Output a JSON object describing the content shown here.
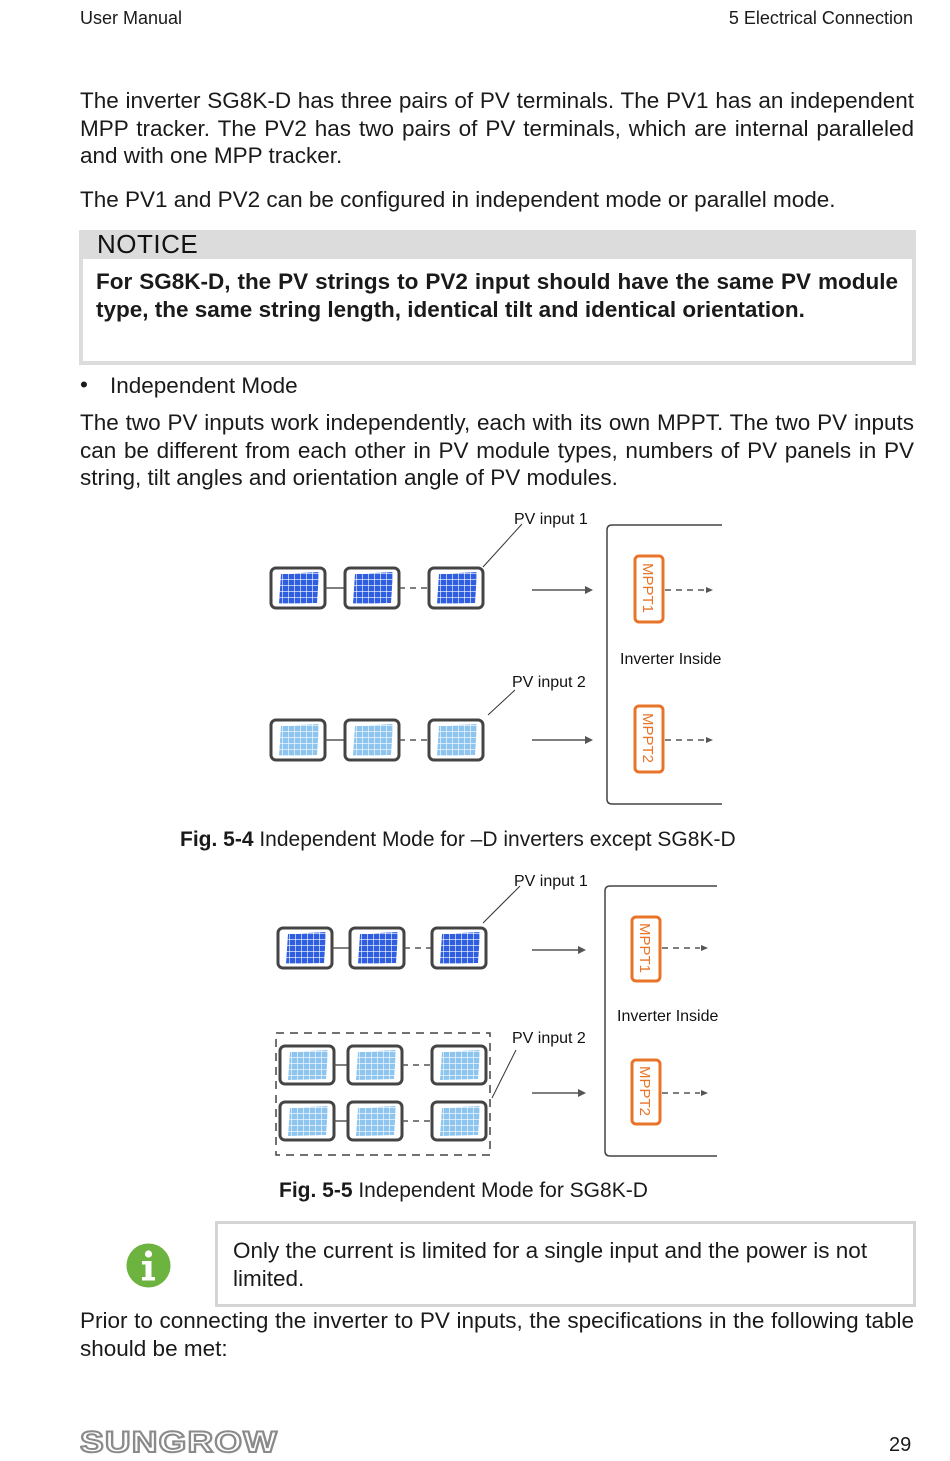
{
  "header": {
    "left": "User Manual",
    "right": "5 Electrical Connection"
  },
  "body": {
    "para1": "The inverter SG8K-D has three pairs of PV terminals. The PV1 has an independent MPP tracker. The PV2 has two pairs of PV terminals, which are internal paralleled and with one MPP tracker.",
    "para2": "The PV1 and PV2 can be configured in independent mode or parallel mode.",
    "notice_title": "NOTICE",
    "notice_text": "For SG8K-D, the PV strings to PV2 input should have the same PV module type, the same string length, identical tilt and identical orientation.",
    "bullet": "Independent Mode",
    "para3": "The two PV inputs work independently, each with its own MPPT. The two PV inputs can be different from each other in PV module types, numbers of PV panels in PV string, tilt angles and orientation angle of PV modules.",
    "info_text": "Only the current is limited for a single input and the power is not limited.",
    "para4": "Prior to connecting the inverter to PV inputs, the specifications in the following table should be met:"
  },
  "figures": [
    {
      "number": "Fig. 5-4",
      "caption": " Independent Mode for –D inverters except SG8K-D",
      "labels": {
        "pv_input_1": "PV input 1",
        "pv_input_2": "PV input 2",
        "inverter": "Inverter Inside",
        "mppt1": "MPPT1",
        "mppt2": "MPPT2"
      }
    },
    {
      "number": "Fig. 5-5",
      "caption": " Independent Mode for SG8K-D",
      "labels": {
        "pv_input_1": "PV input 1",
        "pv_input_2": "PV input 2",
        "inverter": "Inverter Inside",
        "mppt1": "MPPT1",
        "mppt2": "MPPT2"
      }
    }
  ],
  "footer": {
    "logo": "SUNGROW",
    "page": "29"
  },
  "colors": {
    "mppt_orange": "#e8742a",
    "panel_dark": "#2f5fe0",
    "panel_light": "#8ec5ef",
    "info_green": "#6cb33f",
    "notice_gray": "#dcdcdc"
  }
}
